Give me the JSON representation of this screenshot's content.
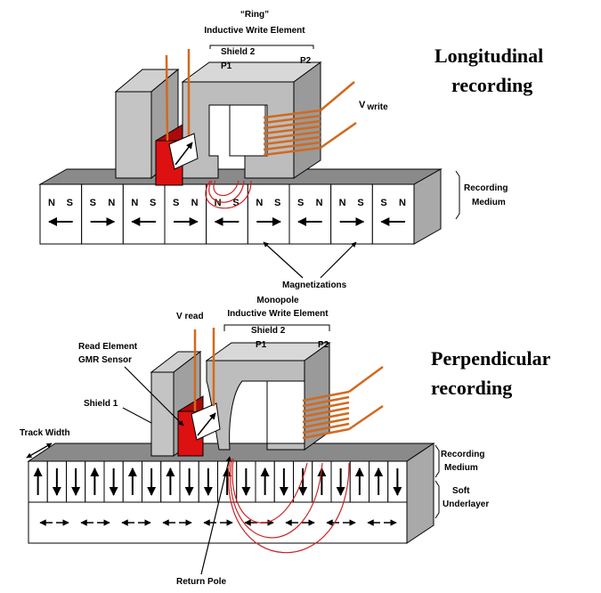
{
  "longitudinal": {
    "title_line1": "Longitudinal",
    "title_line2": "recording",
    "ring_title": "“Ring”",
    "element_label": "Inductive Write Element",
    "shield_label": "Shield 2",
    "p1_label": "P1",
    "p2_label": "P2",
    "vwrite_v": "V",
    "vwrite_sub": "write",
    "medium_line1": "Recording",
    "medium_line2": "Medium",
    "magnetizations_label": "Magnetizations",
    "magnet_poles": [
      [
        "N",
        "S"
      ],
      [
        "S",
        "N"
      ],
      [
        "N",
        "S"
      ],
      [
        "S",
        "N"
      ],
      [
        "N",
        "S"
      ],
      [
        "N",
        "S"
      ],
      [
        "S",
        "N"
      ],
      [
        "N",
        "S"
      ],
      [
        "S",
        "N"
      ]
    ],
    "magnet_directions": [
      "left",
      "right",
      "left",
      "right",
      "left",
      "right",
      "left",
      "right",
      "left"
    ]
  },
  "perpendicular": {
    "title_line1": "Perpendicular",
    "title_line2": "recording",
    "vread_label": "V read",
    "monopole_line1": "Monopole",
    "monopole_line2": "Inductive Write Element",
    "shield2_label": "Shield 2",
    "p1_label": "P1",
    "p2_label": "P2",
    "read_element_line1": "Read Element",
    "read_element_line2": "GMR Sensor",
    "shield1_label": "Shield 1",
    "track_width_label": "Track Width",
    "medium_line1": "Recording",
    "medium_line2": "Medium",
    "underlayer_line1": "Soft",
    "underlayer_line2": "Underlayer",
    "return_pole_label": "Return Pole",
    "up_down_pattern": [
      "up",
      "down",
      "down",
      "up",
      "down",
      "up",
      "down",
      "up",
      "down",
      "down",
      "up",
      "down",
      "up",
      "down",
      "down",
      "up",
      "down",
      "up",
      "up",
      "down"
    ]
  },
  "colors": {
    "head_gray": "#b8b8b8",
    "sensor_red": "#dd1111",
    "coil_orange": "#d2691e",
    "field_line": "#cc2222"
  }
}
